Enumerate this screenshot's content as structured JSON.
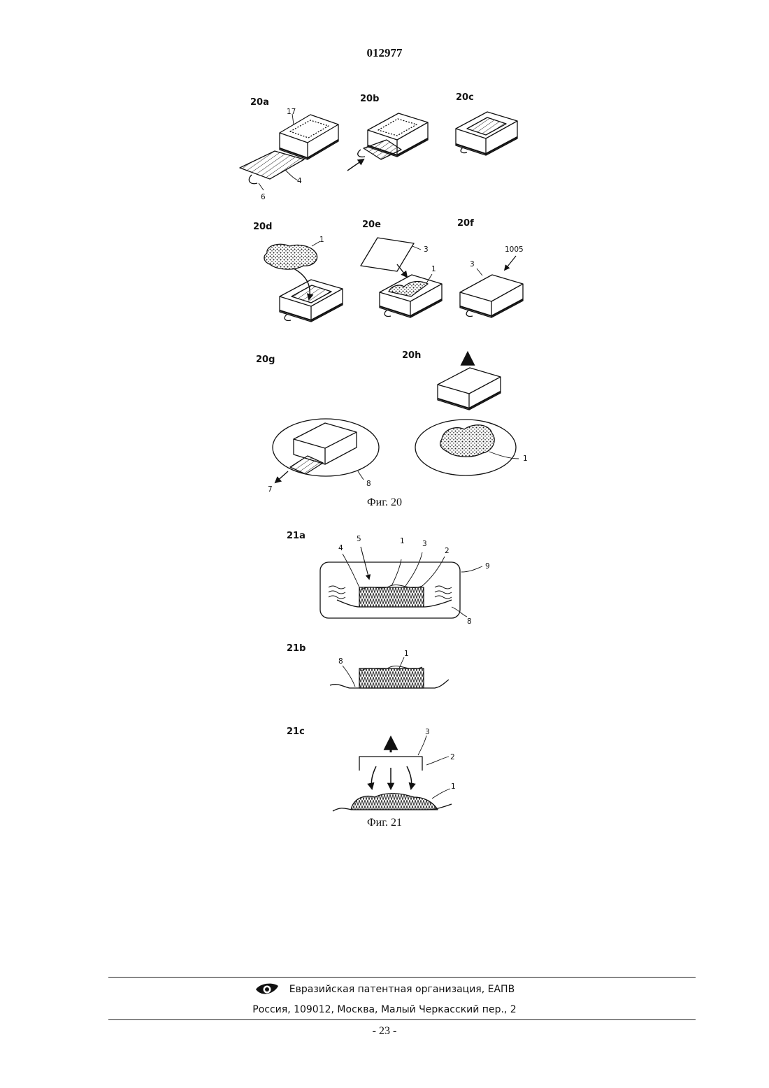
{
  "header": {
    "doc_number": "012977"
  },
  "figure20": {
    "caption": "Фиг. 20",
    "panels": {
      "a": "20a",
      "b": "20b",
      "c": "20c",
      "d": "20d",
      "e": "20e",
      "f": "20f",
      "g": "20g",
      "h": "20h"
    },
    "refs": {
      "r17": "17",
      "r4": "4",
      "r6": "6",
      "r1": "1",
      "r3": "3",
      "r1005": "1005",
      "r7": "7",
      "r8": "8"
    }
  },
  "figure21": {
    "caption": "Фиг. 21",
    "panels": {
      "a": "21a",
      "b": "21b",
      "c": "21c"
    },
    "refs": {
      "r1": "1",
      "r2": "2",
      "r3": "3",
      "r4": "4",
      "r5": "5",
      "r8": "8",
      "r9": "9"
    }
  },
  "footer": {
    "organization": "Евразийская патентная организация, ЕАПВ",
    "address": "Россия, 109012, Москва, Малый Черкасский пер., 2",
    "page": "- 23 -"
  }
}
